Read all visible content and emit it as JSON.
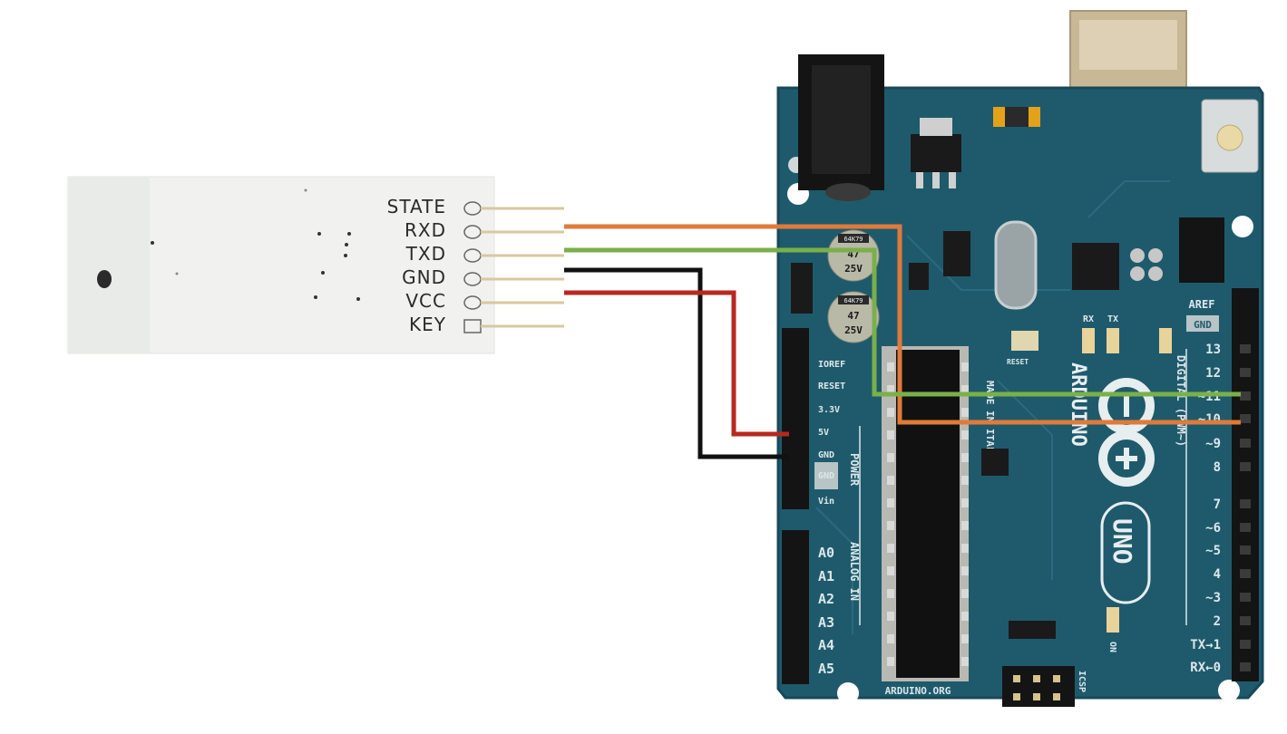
{
  "bluetooth_module": {
    "pins": [
      {
        "label": "STATE"
      },
      {
        "label": "RXD"
      },
      {
        "label": "TXD"
      },
      {
        "label": "GND"
      },
      {
        "label": "VCC"
      },
      {
        "label": "KEY"
      }
    ]
  },
  "arduino": {
    "brand": "ARDUINO",
    "model": "UNO",
    "website": "ARDUINO.ORG",
    "made_in": "MADE IN ITALY",
    "reset_button": "RESET",
    "power_header_label": "POWER",
    "analog_header_label": "ANALOG IN",
    "digital_header_label": "DIGITAL (PWM~)",
    "aref": "AREF",
    "gnd_top": "GND",
    "tx_led": "TX",
    "rx_led": "RX",
    "on_led": "ON",
    "icsp": "ICSP",
    "power_pins": [
      "IOREF",
      "RESET",
      "3.3V",
      "5V",
      "GND",
      "GND",
      "Vin"
    ],
    "analog_pins": [
      "A0",
      "A1",
      "A2",
      "A3",
      "A4",
      "A5"
    ],
    "digital_pins": [
      "13",
      "12",
      "~11",
      "~10",
      "~9",
      "8",
      "7",
      "~6",
      "~5",
      "4",
      "~3",
      "2",
      "TX→1",
      "RX←0"
    ],
    "cap1": {
      "brand": "64K79",
      "value": "47",
      "voltage": "25V"
    },
    "cap2": {
      "brand": "64K79",
      "value": "47",
      "voltage": "25V"
    }
  },
  "wires": [
    {
      "from": "RXD",
      "to": "10",
      "color": "#e07a3a"
    },
    {
      "from": "TXD",
      "to": "11",
      "color": "#7ab04a"
    },
    {
      "from": "GND",
      "to": "GND",
      "color": "#111111"
    },
    {
      "from": "VCC",
      "to": "5V",
      "color": "#b8281e"
    }
  ],
  "colors": {
    "board": "#1f5a6c",
    "board_edge": "#174858",
    "module": "#f1f2f0",
    "header": "#141414",
    "pin_metal": "#d9c8a0"
  }
}
